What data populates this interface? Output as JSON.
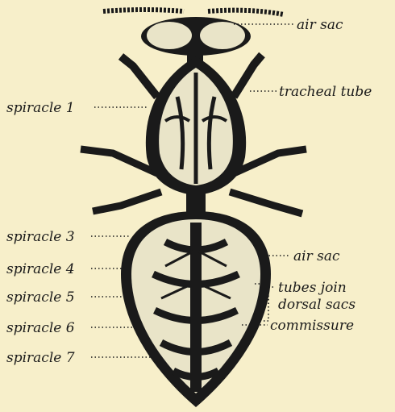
{
  "labels": {
    "left": [
      "spiracle 1",
      "spiracle 3",
      "spiracle 4",
      "spiracle 5",
      "spiracle 6",
      "spiracle 7"
    ],
    "right": [
      "air sac",
      "tracheal tube",
      "air sac",
      "tubes join",
      "dorsal sacs",
      "commissure"
    ]
  },
  "colors": {
    "background": "#f7efca",
    "ink": "#1a1a1a",
    "sac_fill": "#e9e4c8"
  }
}
